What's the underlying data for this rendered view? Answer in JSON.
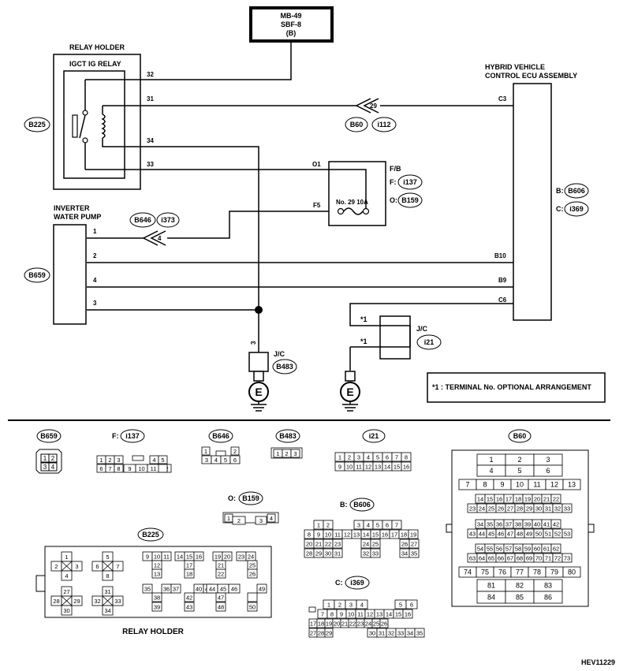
{
  "top_box": {
    "line1": "MB-49",
    "line2": "SBF-8",
    "line3": "(B)"
  },
  "relay_holder": {
    "title": "RELAY HOLDER",
    "relay": "IGCT IG RELAY",
    "code": "B225",
    "pins": [
      "32",
      "31",
      "34",
      "33"
    ]
  },
  "ecu": {
    "title1": "HYBRID VEHICLE",
    "title2": "CONTROL ECU ASSEMBLY",
    "pins": [
      "C3",
      "B10",
      "B9",
      "C6"
    ],
    "conn_b_label": "B:",
    "conn_b": "B606",
    "conn_c_label": "C:",
    "conn_c": "i369"
  },
  "inline_29": {
    "pin": "29",
    "codes": [
      "B60",
      "i112"
    ]
  },
  "fuse_box": {
    "title": "F/B",
    "f_label": "F:",
    "f_code": "i137",
    "o_label": "O:",
    "o_code": "B159",
    "pin_o": "O1",
    "pin_f": "F5",
    "fuse": "No. 29 10A"
  },
  "pump": {
    "title1": "INVERTER",
    "title2": "WATER PUMP",
    "code": "B659",
    "pins": [
      "1",
      "2",
      "4",
      "3"
    ]
  },
  "inline_4": {
    "pin": "4",
    "codes": [
      "B646",
      "i373"
    ]
  },
  "jc_left": {
    "title": "J/C",
    "code": "B483",
    "pin": "3"
  },
  "jc_right": {
    "title": "J/C",
    "code": "i21"
  },
  "terminal_marks": [
    "*1",
    "*1"
  ],
  "ground": "E",
  "note": "*1 : TERMINAL No. OPTIONAL ARRANGEMENT",
  "connectors": {
    "b659": {
      "code": "B659",
      "rows": [
        [
          "1",
          "2"
        ],
        [
          "3",
          "4"
        ]
      ]
    },
    "i137": {
      "prefix": "F:",
      "code": "i137",
      "row1": [
        "1",
        "2",
        "3",
        "4",
        "5"
      ],
      "row2": [
        "6",
        "7",
        "8",
        "9",
        "10",
        "11",
        "12"
      ]
    },
    "b646": {
      "code": "B646",
      "row1": [
        "1",
        "2"
      ],
      "row2": [
        "3",
        "4",
        "5",
        "6"
      ]
    },
    "b483": {
      "code": "B483",
      "row1": [
        "1",
        "2",
        "3"
      ]
    },
    "i21": {
      "code": "i21",
      "row1": [
        "1",
        "2",
        "3",
        "4",
        "5",
        "6",
        "7",
        "8"
      ],
      "row2": [
        "9",
        "10",
        "11",
        "12",
        "13",
        "14",
        "15",
        "16"
      ]
    },
    "b60": {
      "code": "B60",
      "g1r1": [
        "1",
        "2",
        "3"
      ],
      "g1r2": [
        "4",
        "5",
        "6"
      ],
      "r3": [
        "7",
        "8",
        "9",
        "10",
        "11",
        "12",
        "13"
      ],
      "r4": [
        "14",
        "15",
        "16",
        "17",
        "18",
        "19",
        "20",
        "21",
        "22"
      ],
      "r5": [
        "23",
        "24",
        "25",
        "26",
        "27",
        "28",
        "29",
        "30",
        "31",
        "32",
        "33"
      ],
      "r6": [
        "34",
        "35",
        "36",
        "37",
        "38",
        "39",
        "40",
        "41",
        "42"
      ],
      "r7": [
        "43",
        "44",
        "45",
        "46",
        "47",
        "48",
        "49",
        "50",
        "51",
        "52",
        "53"
      ],
      "r8": [
        "54",
        "55",
        "56",
        "57",
        "58",
        "59",
        "60",
        "61",
        "62"
      ],
      "r9": [
        "63",
        "64",
        "65",
        "66",
        "67",
        "68",
        "69",
        "70",
        "71",
        "72",
        "73"
      ],
      "r10": [
        "74",
        "75",
        "76",
        "77",
        "78",
        "79",
        "80"
      ],
      "g2r1": [
        "81",
        "82",
        "83"
      ],
      "g2r2": [
        "84",
        "85",
        "86"
      ]
    },
    "b159": {
      "prefix": "O:",
      "code": "B159",
      "row1": [
        "1",
        "2",
        "3",
        "4"
      ]
    },
    "b606": {
      "prefix": "B:",
      "code": "B606",
      "row1": [
        "1",
        "2",
        "3",
        "4",
        "5",
        "6",
        "7"
      ],
      "row2": [
        "8",
        "9",
        "10",
        "11",
        "12",
        "13",
        "14",
        "15",
        "16",
        "17",
        "18",
        "19"
      ],
      "row3": [
        "20",
        "21",
        "22",
        "23",
        "24",
        "25",
        "26",
        "27"
      ],
      "row4": [
        "28",
        "29",
        "30",
        "31",
        "32",
        "33",
        "34",
        "35"
      ]
    },
    "b225": {
      "code": "B225",
      "caption": "RELAY HOLDER",
      "relays": [
        [
          "1",
          "2",
          "3",
          "4"
        ],
        [
          "5",
          "6",
          "7",
          "8"
        ],
        [
          "27",
          "28",
          "29",
          "30"
        ],
        [
          "31",
          "32",
          "33",
          "34"
        ]
      ],
      "fuses": [
        "9",
        "10",
        "11",
        "12",
        "13",
        "14",
        "15",
        "16",
        "17",
        "18",
        "19",
        "20",
        "21",
        "22",
        "23",
        "24",
        "25",
        "26"
      ],
      "fuses2": [
        "35",
        "36",
        "37",
        "38",
        "39",
        "40",
        "41",
        "42",
        "43",
        "44",
        "45",
        "46",
        "47",
        "48",
        "49",
        "50"
      ]
    },
    "i369": {
      "prefix": "C:",
      "code": "i369",
      "row1": [
        "1",
        "2",
        "3",
        "4",
        "5",
        "6"
      ],
      "row2": [
        "7",
        "8",
        "9",
        "10",
        "11",
        "12",
        "13",
        "14",
        "15",
        "16"
      ],
      "row3": [
        "17",
        "18",
        "19",
        "20",
        "21",
        "22",
        "23",
        "24",
        "25",
        "26"
      ],
      "row4": [
        "27",
        "28",
        "29",
        "30",
        "31",
        "32",
        "33",
        "34",
        "35"
      ]
    }
  },
  "figure_id": "HEV11229"
}
